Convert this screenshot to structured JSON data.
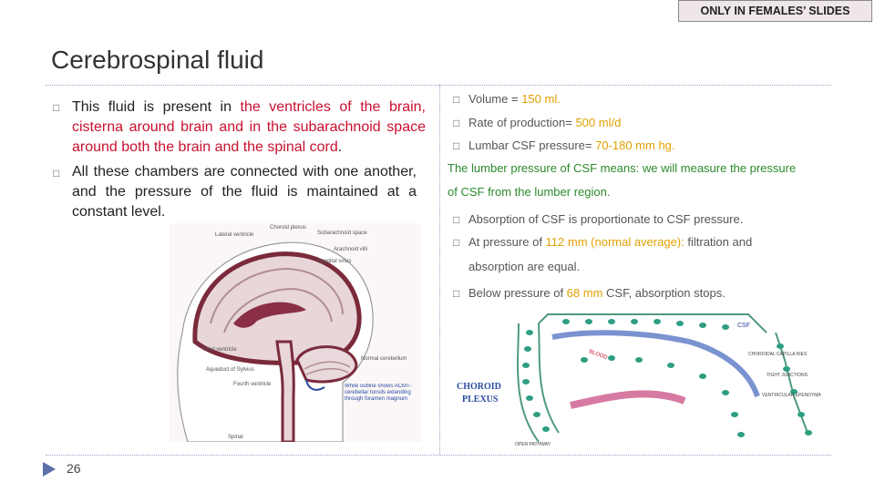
{
  "badge": "ONLY IN FEMALES’ SLIDES",
  "title": "Cerebrospinal fluid",
  "left_bullets": {
    "b1_a": "This fluid is present in ",
    "b1_b": "the ventricles of the brain, cisterna around brain and in the subarachnoid space around both the brain and the spinal cord",
    "b1_c": ".",
    "b2": "All these chambers are connected with one another, and the pressure of the fluid is maintained at a constant level."
  },
  "right_items": {
    "volume_label": "Volume = ",
    "volume_value": "150 ml.",
    "rate_label": "Rate of production= ",
    "rate_value": "500 ml/d",
    "lumbar_label": "Lumbar CSF pressure= ",
    "lumbar_value": "70-180 mm hg.",
    "lumbar_note_1": "The lumber pressure of CSF means: we will measure the pressure",
    "lumbar_note_2": "of CSF from the lumber region.",
    "absorption": "Absorption of CSF is proportionate to CSF pressure.",
    "at_pressure_label": "At pressure of ",
    "at_pressure_value": "112 mm (normal average):",
    "at_pressure_rest": " filtration and",
    "at_pressure_line2": "absorption are equal.",
    "below_label": "Below pressure of ",
    "below_value": "68 mm",
    "below_rest": " CSF, absorption stops."
  },
  "brain_figure": {
    "labels": {
      "lateral_ventricle": "Lateral ventricle",
      "choroid_plexus": "Choroid plexus",
      "subarachnoid_space": "Subarachnoid space",
      "arachnoid_villi": "Arachnoid villi",
      "sagittal_sinus": "Saggital sinus",
      "third_ventricle": "Third ventricle",
      "aqueduct": "Aqueduct of Sylvius",
      "fourth_ventricle": "Fourth ventricle",
      "normal_cerebellum": "Normal cerebellum",
      "white_outline": "White outline shows ACMT- cerebellar tonsils extending through foramen magnum",
      "spinal": "Spinal"
    }
  },
  "choroid_figure": {
    "labels": {
      "csf": "CSF",
      "blood": "BLOOD",
      "choroidal_capillaries": "CHOROIDAL CAPILLA RIES",
      "tight_junctions": "TIGHT JUNCTIONS",
      "ventricular_ependyma": "VENTRICULAR EPENDYMA",
      "choroid": "CHOROID",
      "plexus": "PLEXUS",
      "open_pathway": "OPEN PATHWAY"
    }
  },
  "page_number": "26",
  "colors": {
    "accent_red": "#c8102e",
    "accent_orange": "#e0a000",
    "green": "#2c8a2c",
    "divider": "#9aa3c5"
  }
}
